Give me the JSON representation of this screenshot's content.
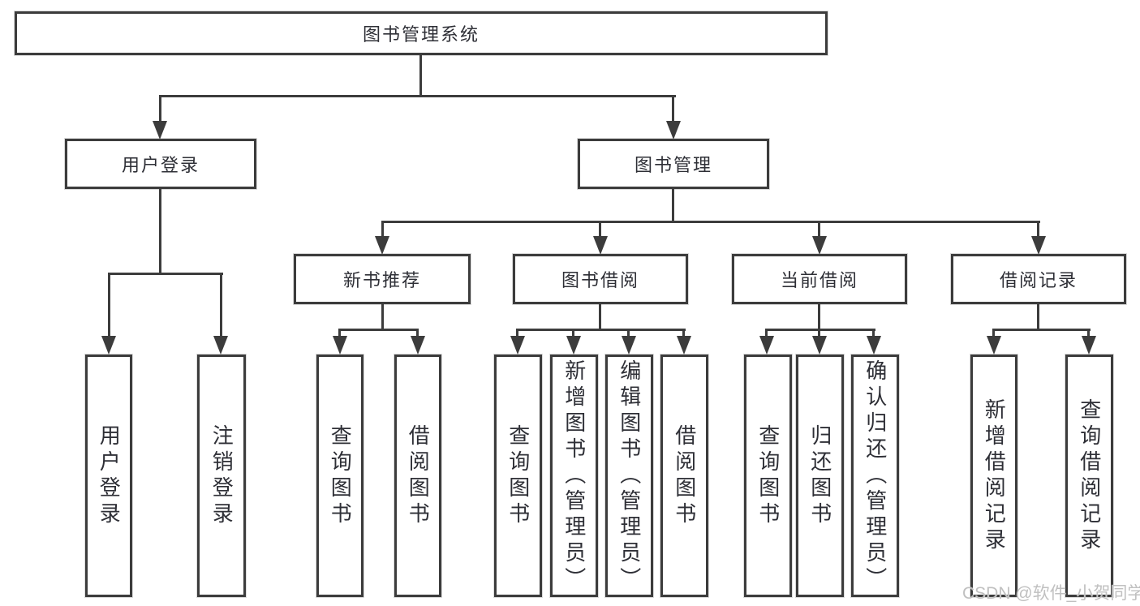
{
  "diagram": {
    "type": "tree",
    "root": {
      "label": "图书管理系统",
      "children": [
        {
          "label": "用户登录",
          "children": [
            {
              "label": "用户登录"
            },
            {
              "label": "注销登录"
            }
          ]
        },
        {
          "label": "图书管理",
          "children": [
            {
              "label": "新书推荐",
              "children": [
                {
                  "label": "查询图书"
                },
                {
                  "label": "借阅图书"
                }
              ]
            },
            {
              "label": "图书借阅",
              "children": [
                {
                  "label": "查询图书"
                },
                {
                  "label": "新增图书（管理员）"
                },
                {
                  "label": "编辑图书（管理员）"
                },
                {
                  "label": "借阅图书"
                }
              ]
            },
            {
              "label": "当前借阅",
              "children": [
                {
                  "label": "查询图书"
                },
                {
                  "label": "归还图书"
                },
                {
                  "label": "确认归还（管理员）"
                }
              ]
            },
            {
              "label": "借阅记录",
              "children": [
                {
                  "label": "新增借阅记录"
                },
                {
                  "label": "查询借阅记录"
                }
              ]
            }
          ]
        }
      ]
    }
  },
  "watermark": {
    "text": "CSDN @软件_小贺同学",
    "color": "#c0c0c0"
  },
  "colors": {
    "line": "#3c3c3c",
    "border": "#3c3c3c",
    "text": "#2e2f36",
    "bg": "#ffffff"
  }
}
